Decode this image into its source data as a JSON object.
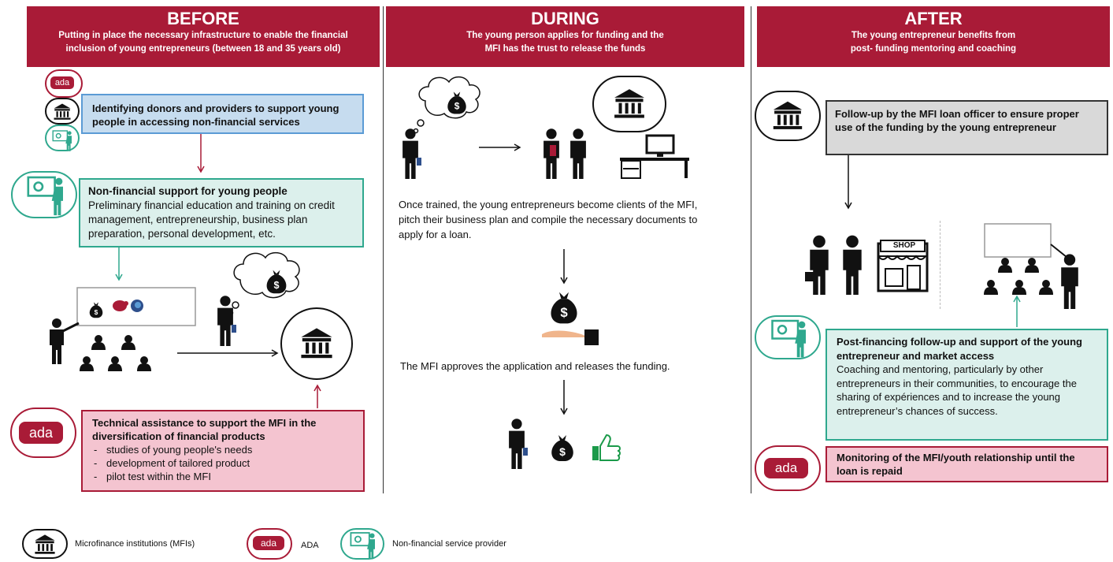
{
  "columns": {
    "before": {
      "title": "BEFORE",
      "subtitle_line1": "Putting in place the necessary infrastructure to enable the financial",
      "subtitle_line2": "inclusion of young entrepreneurs (between 18 and 35 years old)"
    },
    "during": {
      "title": "DURING",
      "subtitle_line1": "The young person applies for funding and the",
      "subtitle_line2": "MFI has the trust to release the funds"
    },
    "after": {
      "title": "AFTER",
      "subtitle_line1": "The young entrepreneur benefits from",
      "subtitle_line2": "post- funding mentoring and coaching"
    }
  },
  "before": {
    "donors_box": "Identifying donors and providers to support young people in accessing non-financial services",
    "nonfin_title": "Non-financial support for young people",
    "nonfin_body": "Preliminary financial education and training on credit management, entrepreneurship, business plan preparation, personal development, etc.",
    "ta_title": "Technical assistance to support the MFI in the diversification of financial products",
    "ta_items": [
      "studies of young people's needs",
      "development of tailored product",
      "pilot test within the MFI"
    ]
  },
  "during": {
    "text1": "Once trained, the young entrepreneurs become clients of the MFI, pitch their business plan and compile the necessary documents to apply for a loan.",
    "text2": "The MFI approves the application and releases the funding."
  },
  "after": {
    "followup_box": "Follow-up by the MFI loan officer to ensure proper use of the funding by the young entrepreneur",
    "shop_sign": "SHOP",
    "post_title": "Post-financing follow-up and support of the young entrepreneur and market access",
    "post_body": "Coaching and mentoring, particularly by other entrepreneurs in their communities, to encourage the sharing of expériences and to increase the young entrepreneur’s chances of success.",
    "monitor_box": "Monitoring of the MFI/youth relationship until the loan is repaid"
  },
  "legend": {
    "mfi": "Microfinance institutions (MFIs)",
    "ada": "ADA",
    "provider": "Non-financial service provider"
  },
  "logo_text": "ada",
  "colors": {
    "brand_red": "#a91b37",
    "teal": "#2fa88e",
    "blue": "#5b9bd5"
  }
}
